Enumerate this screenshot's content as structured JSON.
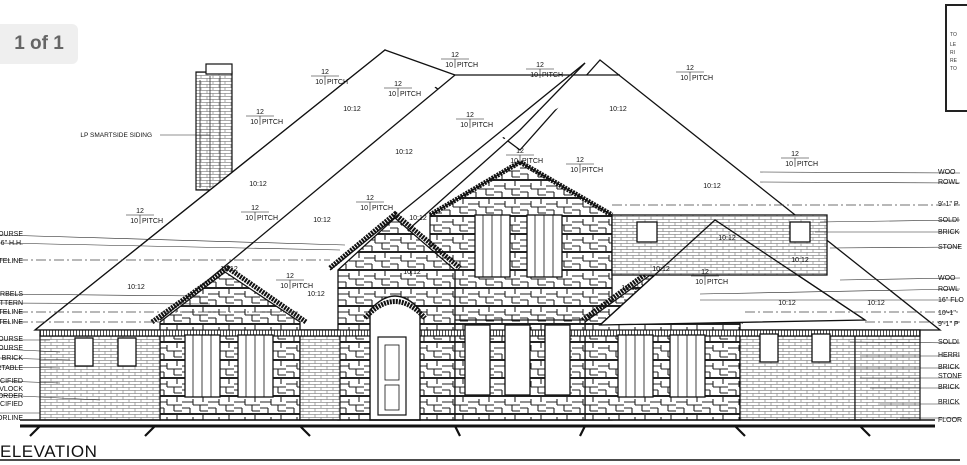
{
  "viewer": {
    "page_indicator": "1 of 1"
  },
  "drawing": {
    "title": "ELEVATION",
    "legend_lines": [
      "TO",
      "LE",
      "RI",
      "RE",
      "TO"
    ],
    "pitch_labels": [
      {
        "rise": "12",
        "run": "10",
        "word": "PITCH"
      },
      {
        "rise": "12",
        "run": "10",
        "word": "PITCH"
      },
      {
        "rise": "12",
        "run": "10",
        "word": "PITCH"
      },
      {
        "rise": "12",
        "run": "10",
        "word": "PITCH"
      },
      {
        "rise": "12",
        "run": "10",
        "word": "PITCH"
      },
      {
        "rise": "12",
        "run": "10",
        "word": "PITCH"
      },
      {
        "rise": "12",
        "run": "10",
        "word": "PITCH"
      },
      {
        "rise": "12",
        "run": "10",
        "word": "PITCH"
      },
      {
        "rise": "12",
        "run": "10",
        "word": "PITCH"
      },
      {
        "rise": "12",
        "run": "10",
        "word": "PITCH"
      },
      {
        "rise": "12",
        "run": "10",
        "word": "PITCH"
      },
      {
        "rise": "12",
        "run": "10",
        "word": "PITCH"
      },
      {
        "rise": "12",
        "run": "10",
        "word": "PITCH"
      },
      {
        "rise": "12",
        "run": "10",
        "word": "PITCH"
      },
      {
        "rise": "12",
        "run": "10",
        "word": "PITCH"
      }
    ],
    "roof_ratios": [
      "10:12",
      "10:12",
      "10:12",
      "10:12",
      "10:12",
      "10:12",
      "10:12",
      "10:12",
      "10:12",
      "10:12",
      "10:12",
      "10:12",
      "10:12",
      "10:12",
      "10:12",
      "10:12",
      "10:12"
    ],
    "left_callouts": [
      "OURSE",
      "6\" H.H.",
      "ATELINE",
      "ORBELS",
      "ATTERN",
      "ATELINE",
      "ATELINE",
      "OURSE",
      "OURSE",
      "BRICK",
      "ORTABLE",
      "CIFIED",
      "VLOCK",
      "ORDER",
      "CIFIED",
      "ORLINE"
    ],
    "right_callouts": [
      "WOO",
      "ROWL",
      "9'-1\" P",
      "SOLDI",
      "BRICK",
      "STONE",
      "WOO",
      "ROWL",
      "16\" FLO",
      "10'-1\"",
      "9'-1\" P",
      "SOLDI",
      "HERRI",
      "BRICK",
      "STONE",
      "BRICK",
      "BRICK",
      "FLOOR"
    ],
    "siding_note": "LP SMARTSIDE SIDING"
  }
}
